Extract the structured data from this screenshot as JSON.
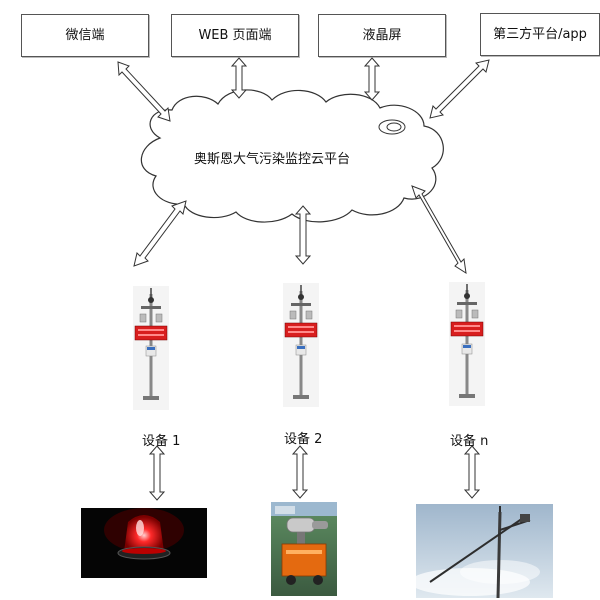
{
  "clients": {
    "wechat": "微信端",
    "web": "WEB 页面端",
    "lcd": "液晶屏",
    "thirdparty": "第三方平台/app"
  },
  "cloud": {
    "label": "奥斯恩大气污染监控云平台"
  },
  "devices": [
    {
      "label": "设备  1"
    },
    {
      "label": "设备  2"
    },
    {
      "label": "设备  n"
    }
  ],
  "outputs": [
    "alarm-light",
    "fog-cannon",
    "tower-crane-sprinkler"
  ],
  "colors": {
    "line": "#333333",
    "panel": "#d81e1e",
    "alarm": "#e01010"
  }
}
